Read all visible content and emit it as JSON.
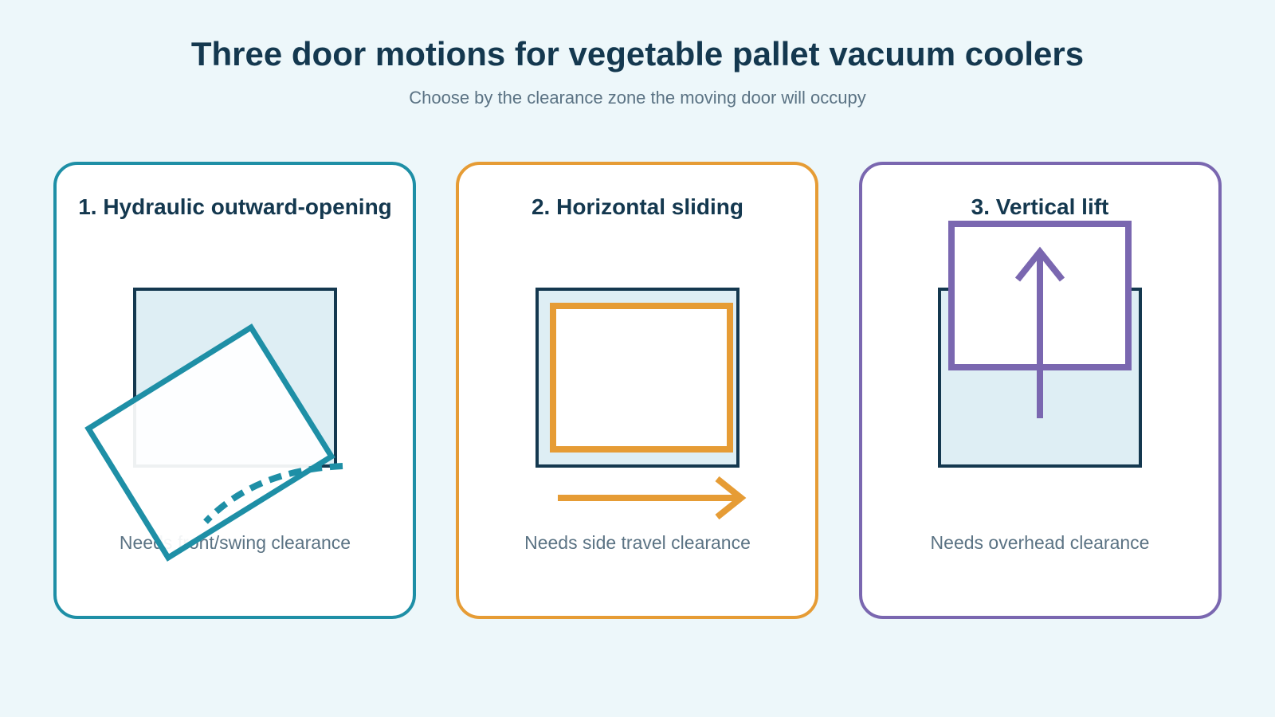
{
  "title": "Three door motions for vegetable pallet vacuum coolers",
  "subtitle": "Choose by the clearance zone the moving door will occupy",
  "colors": {
    "background": "#edf7fa",
    "dark": "#14384f",
    "chamber_fill": "#deeef4",
    "teal": "#1e8fa6",
    "orange": "#e69c35",
    "purple": "#7a67b0"
  },
  "cards": [
    {
      "title": "1. Hydraulic outward-opening",
      "caption": "Needs front/swing clearance",
      "accent": "#1e8fa6",
      "motion": "swing"
    },
    {
      "title": "2. Horizontal sliding",
      "caption": "Needs side travel clearance",
      "accent": "#e69c35",
      "motion": "slide"
    },
    {
      "title": "3. Vertical lift",
      "caption": "Needs overhead clearance",
      "accent": "#7a67b0",
      "motion": "lift"
    }
  ]
}
